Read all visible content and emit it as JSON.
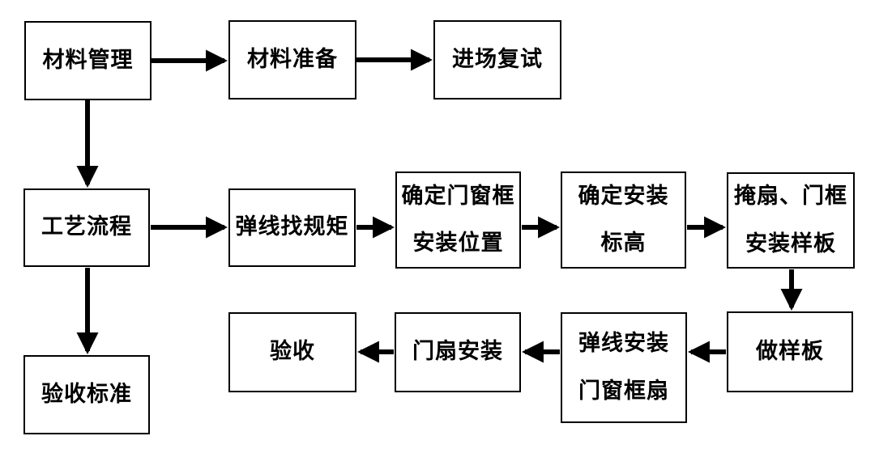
{
  "colors": {
    "background": "#ffffff",
    "box_border": "#000000",
    "arrow": "#000000",
    "text": "#000000"
  },
  "nodes": [
    {
      "id": "material-management",
      "label": "材料管理"
    },
    {
      "id": "material-preparation",
      "label": "材料准备"
    },
    {
      "id": "incoming-retest",
      "label": "进场复试"
    },
    {
      "id": "process-flow",
      "label": "工艺流程"
    },
    {
      "id": "snap-line-alignment",
      "label": "弹线找规矩"
    },
    {
      "id": "determine-frame-position",
      "label": "确定门窗框\n安装位置"
    },
    {
      "id": "determine-installation-elevation",
      "label": "确定安装\n标高"
    },
    {
      "id": "sash-frame-sample-installation",
      "label": "掩扇、门框\n安装样板"
    },
    {
      "id": "make-sample",
      "label": "做样板"
    },
    {
      "id": "snap-line-install-frames",
      "label": "弹线安装\n门窗框扇"
    },
    {
      "id": "door-leaf-installation",
      "label": "门扇安装"
    },
    {
      "id": "acceptance",
      "label": "验收"
    },
    {
      "id": "acceptance-standard",
      "label": "验收标准"
    }
  ],
  "edges": [
    {
      "from": "材料管理",
      "to": "材料准备"
    },
    {
      "from": "材料准备",
      "to": "进场复试"
    },
    {
      "from": "材料管理",
      "to": "工艺流程"
    },
    {
      "from": "工艺流程",
      "to": "弹线找规矩"
    },
    {
      "from": "弹线找规矩",
      "to": "确定门窗框安装位置"
    },
    {
      "from": "确定门窗框安装位置",
      "to": "确定安装标高"
    },
    {
      "from": "确定安装标高",
      "to": "掩扇、门框安装样板"
    },
    {
      "from": "掩扇、门框安装样板",
      "to": "做样板"
    },
    {
      "from": "做样板",
      "to": "弹线安装门窗框扇"
    },
    {
      "from": "弹线安装门窗框扇",
      "to": "门扇安装"
    },
    {
      "from": "门扇安装",
      "to": "验收"
    },
    {
      "from": "工艺流程",
      "to": "验收标准"
    }
  ]
}
